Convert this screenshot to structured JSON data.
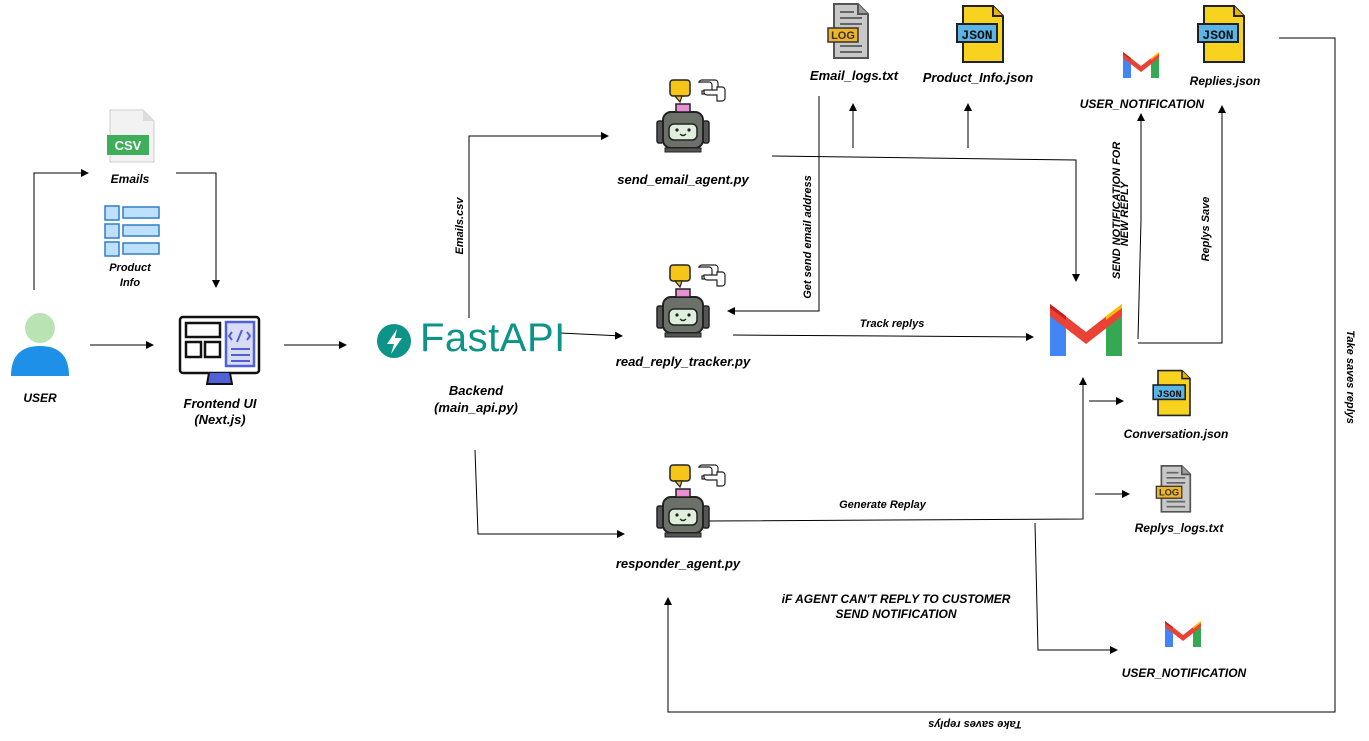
{
  "nodes": {
    "user": "USER",
    "emails": "Emails",
    "product_info_line1": "Product",
    "product_info_line2": "Info",
    "frontend_line1": "Frontend UI",
    "frontend_line2": "(Next.js)",
    "fastapi": "FastAPI",
    "backend_line1": "Backend",
    "backend_line2": "(main_api.py)",
    "send_agent": "send_email_agent.py",
    "reply_tracker": "read_reply_tracker.py",
    "responder": "responder_agent.py",
    "email_logs": "Email_logs.txt",
    "product_json": "Product_Info.json",
    "user_notification_top": "USER_NOTIFICATION",
    "replies_json": "Replies.json",
    "conversation_json": "Conversation.json",
    "replys_logs": "Replys_logs.txt",
    "user_notification_bottom": "USER_NOTIFICATION"
  },
  "edges": {
    "emails_csv": "Emails.csv",
    "get_send_email": "Get send email address",
    "track_replys": "Track replys",
    "send_notification_line1": "SEND NOTIFICATION FOR",
    "send_notification_line2": "NEW REPLY",
    "replys_save": "Replys Save",
    "take_saves_right": "Take saves replys",
    "take_saves_bottom": "Take saves replys",
    "generate_replay": "Generate Replay",
    "cant_reply_line1": "iF AGENT CAN'T REPLY TO CUSTOMER",
    "cant_reply_line2": "SEND NOTIFICATION"
  },
  "file_badges": {
    "csv": "CSV",
    "log": "LOG",
    "json": "JSON"
  },
  "colors": {
    "fastapi": "#0c9488",
    "json_yellow": "#f7d21e",
    "json_blue": "#5ab4e6",
    "log_orange": "#f0b429",
    "csv_green": "#3fae5a",
    "user_blue": "#1e90e8",
    "user_green": "#b9e3b3",
    "robot_yellow": "#f5c518",
    "gmail_red": "#ea4335",
    "gmail_blue": "#4285f4",
    "gmail_green": "#34a853",
    "gmail_yellow": "#fbbc04"
  }
}
